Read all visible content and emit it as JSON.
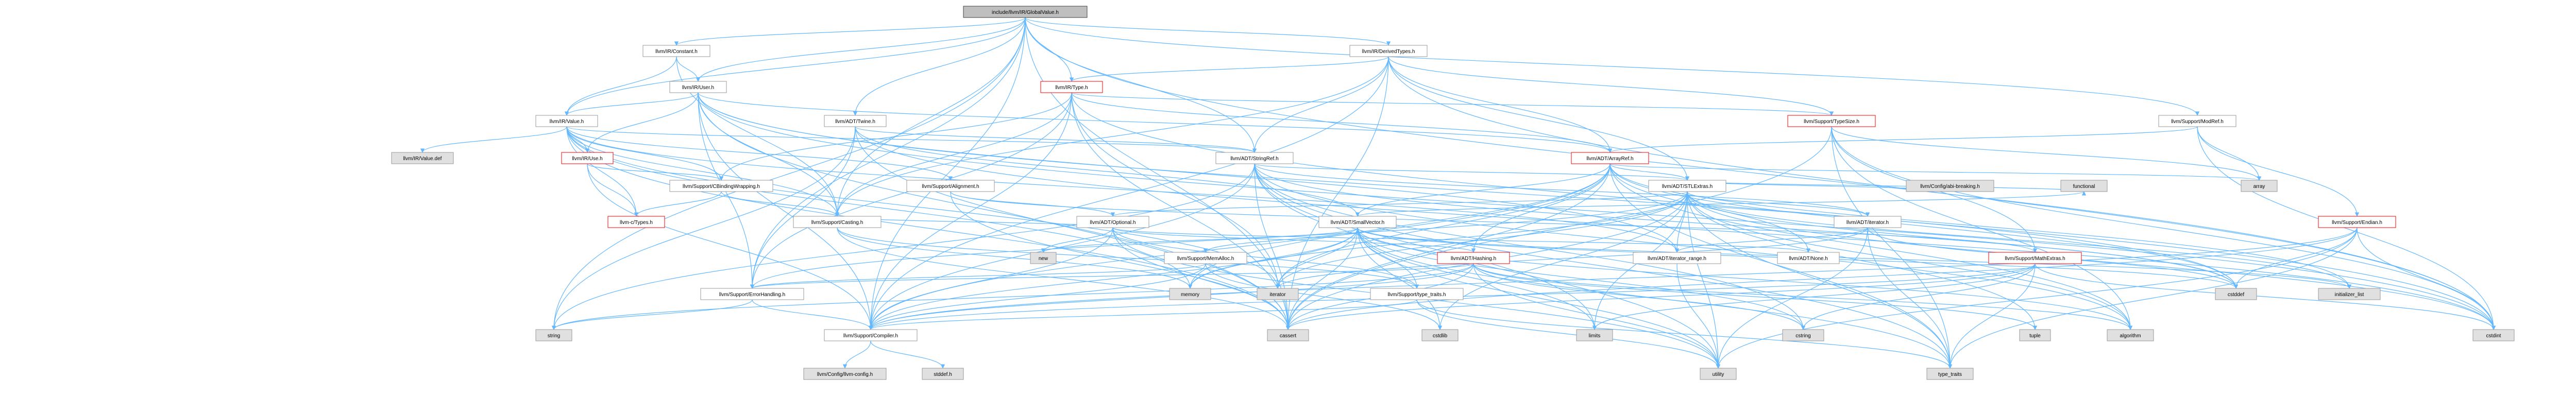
{
  "graph": {
    "kind": "include-dependency-graph",
    "colors": {
      "edge": "#63b8ff",
      "root_fill": "#bfbfbf",
      "node_border": "#999999",
      "truncated_border": "#ff0000",
      "system_fill": "#e0e0e0"
    },
    "nodes": [
      {
        "id": "root",
        "label": "include/llvm/IR/GlobalValue.h",
        "style": "root"
      },
      {
        "id": "irconst",
        "label": "llvm/IR/Constant.h",
        "style": "normal"
      },
      {
        "id": "irderived",
        "label": "llvm/IR/DerivedTypes.h",
        "style": "normal"
      },
      {
        "id": "iruser",
        "label": "llvm/IR/User.h",
        "style": "normal"
      },
      {
        "id": "irtype",
        "label": "llvm/IR/Type.h",
        "style": "trunc"
      },
      {
        "id": "irvalue",
        "label": "llvm/IR/Value.h",
        "style": "normal"
      },
      {
        "id": "adttwine",
        "label": "llvm/ADT/Twine.h",
        "style": "normal"
      },
      {
        "id": "irvaluedef",
        "label": "llvm/IR/Value.def",
        "style": "sys"
      },
      {
        "id": "iruse",
        "label": "llvm/IR/Use.h",
        "style": "trunc"
      },
      {
        "id": "adtstringref",
        "label": "llvm/ADT/StringRef.h",
        "style": "normal"
      },
      {
        "id": "cbinding",
        "label": "llvm/Support/CBindingWrapping.h",
        "style": "normal"
      },
      {
        "id": "casting",
        "label": "llvm/Support/Casting.h",
        "style": "normal"
      },
      {
        "id": "ctypes",
        "label": "llvm-c/Types.h",
        "style": "trunc"
      },
      {
        "id": "alignment",
        "label": "llvm/Support/Alignment.h",
        "style": "normal"
      },
      {
        "id": "adtoptional",
        "label": "llvm/ADT/Optional.h",
        "style": "normal"
      },
      {
        "id": "adtarrayref",
        "label": "llvm/ADT/ArrayRef.h",
        "style": "trunc"
      },
      {
        "id": "stlextras",
        "label": "llvm/ADT/STLExtras.h",
        "style": "normal"
      },
      {
        "id": "smallvector",
        "label": "llvm/ADT/SmallVector.h",
        "style": "normal"
      },
      {
        "id": "typesize",
        "label": "llvm/Support/TypeSize.h",
        "style": "trunc"
      },
      {
        "id": "adtiterator",
        "label": "llvm/ADT/iterator.h",
        "style": "normal"
      },
      {
        "id": "abibreaking",
        "label": "llvm/Config/abi-breaking.h",
        "style": "sys"
      },
      {
        "id": "functional",
        "label": "functional",
        "style": "sys"
      },
      {
        "id": "modref",
        "label": "llvm/Support/ModRef.h",
        "style": "normal"
      },
      {
        "id": "array",
        "label": "array",
        "style": "sys"
      },
      {
        "id": "endian",
        "label": "llvm/Support/Endian.h",
        "style": "trunc"
      },
      {
        "id": "hashing",
        "label": "llvm/ADT/Hashing.h",
        "style": "trunc"
      },
      {
        "id": "memalloc",
        "label": "llvm/Support/MemAlloc.h",
        "style": "normal"
      },
      {
        "id": "itrange",
        "label": "llvm/ADT/iterator_range.h",
        "style": "normal"
      },
      {
        "id": "adtnone",
        "label": "llvm/ADT/None.h",
        "style": "normal"
      },
      {
        "id": "mathextras",
        "label": "llvm/Support/MathExtras.h",
        "style": "trunc"
      },
      {
        "id": "errhandling",
        "label": "llvm/Support/ErrorHandling.h",
        "style": "normal"
      },
      {
        "id": "typetraits_s",
        "label": "llvm/Support/type_traits.h",
        "style": "normal"
      },
      {
        "id": "compiler",
        "label": "llvm/Support/Compiler.h",
        "style": "normal"
      },
      {
        "id": "llvmconfig",
        "label": "llvm/Config/llvm-config.h",
        "style": "sys"
      },
      {
        "id": "stddef",
        "label": "stddef.h",
        "style": "sys"
      },
      {
        "id": "string",
        "label": "string",
        "style": "sys"
      },
      {
        "id": "memory",
        "label": "memory",
        "style": "sys"
      },
      {
        "id": "new",
        "label": "new",
        "style": "sys"
      },
      {
        "id": "iterator",
        "label": "iterator",
        "style": "sys"
      },
      {
        "id": "cassert",
        "label": "cassert",
        "style": "sys"
      },
      {
        "id": "cstdlib",
        "label": "cstdlib",
        "style": "sys"
      },
      {
        "id": "limits",
        "label": "limits",
        "style": "sys"
      },
      {
        "id": "cstring",
        "label": "cstring",
        "style": "sys"
      },
      {
        "id": "utility",
        "label": "utility",
        "style": "sys"
      },
      {
        "id": "typetraits",
        "label": "type_traits",
        "style": "sys"
      },
      {
        "id": "tuple",
        "label": "tuple",
        "style": "sys"
      },
      {
        "id": "algorithm",
        "label": "algorithm",
        "style": "sys"
      },
      {
        "id": "cstddef",
        "label": "cstddef",
        "style": "sys"
      },
      {
        "id": "initlist",
        "label": "initializer_list",
        "style": "sys"
      },
      {
        "id": "cstdint",
        "label": "cstdint",
        "style": "sys"
      }
    ],
    "edges": [
      [
        "root",
        "irconst"
      ],
      [
        "root",
        "irderived"
      ],
      [
        "root",
        "iruser"
      ],
      [
        "root",
        "irvalue"
      ],
      [
        "root",
        "adttwine"
      ],
      [
        "root",
        "adtstringref"
      ],
      [
        "root",
        "casting"
      ],
      [
        "root",
        "errhandling"
      ],
      [
        "root",
        "modref"
      ],
      [
        "root",
        "cassert"
      ],
      [
        "root",
        "cstdint"
      ],
      [
        "root",
        "string"
      ],
      [
        "root",
        "irtype"
      ],
      [
        "root",
        "compiler"
      ],
      [
        "irconst",
        "iruser"
      ],
      [
        "irconst",
        "irvalue"
      ],
      [
        "irconst",
        "casting"
      ],
      [
        "irderived",
        "adtarrayref"
      ],
      [
        "irderived",
        "stlextras"
      ],
      [
        "irderived",
        "adtstringref"
      ],
      [
        "irderived",
        "irtype"
      ],
      [
        "irderived",
        "casting"
      ],
      [
        "irderived",
        "compiler"
      ],
      [
        "irderived",
        "typesize"
      ],
      [
        "irderived",
        "cassert"
      ],
      [
        "irderived",
        "cstdint"
      ],
      [
        "iruser",
        "adtarrayref"
      ],
      [
        "iruser",
        "itrange"
      ],
      [
        "iruser",
        "iruse"
      ],
      [
        "iruser",
        "irvalue"
      ],
      [
        "iruser",
        "casting"
      ],
      [
        "iruser",
        "compiler"
      ],
      [
        "iruser",
        "errhandling"
      ],
      [
        "iruser",
        "cassert"
      ],
      [
        "iruser",
        "cstddef"
      ],
      [
        "iruser",
        "cstdint"
      ],
      [
        "irtype",
        "adtarrayref"
      ],
      [
        "irtype",
        "cbinding"
      ],
      [
        "irtype",
        "casting"
      ],
      [
        "irtype",
        "compiler"
      ],
      [
        "irtype",
        "errhandling"
      ],
      [
        "irtype",
        "typesize"
      ],
      [
        "irtype",
        "cassert"
      ],
      [
        "irtype",
        "cstdint"
      ],
      [
        "irtype",
        "iterator"
      ],
      [
        "irvalue",
        "adtstringref"
      ],
      [
        "irvalue",
        "itrange"
      ],
      [
        "irvalue",
        "iruse"
      ],
      [
        "irvalue",
        "alignment"
      ],
      [
        "irvalue",
        "cbinding"
      ],
      [
        "irvalue",
        "casting"
      ],
      [
        "irvalue",
        "ctypes"
      ],
      [
        "irvalue",
        "irvaluedef"
      ],
      [
        "irvalue",
        "cassert"
      ],
      [
        "irvalue",
        "iterator"
      ],
      [
        "irvalue",
        "memory"
      ],
      [
        "adttwine",
        "smallvector"
      ],
      [
        "adttwine",
        "adtstringref"
      ],
      [
        "adttwine",
        "errhandling"
      ],
      [
        "adttwine",
        "cassert"
      ],
      [
        "adttwine",
        "cstdint"
      ],
      [
        "adttwine",
        "string"
      ],
      [
        "iruse",
        "cbinding"
      ],
      [
        "iruse",
        "compiler"
      ],
      [
        "iruse",
        "ctypes"
      ],
      [
        "adtstringref",
        "adtiterator"
      ],
      [
        "adtstringref",
        "stlextras"
      ],
      [
        "adtstringref",
        "compiler"
      ],
      [
        "adtstringref",
        "algorithm"
      ],
      [
        "adtstringref",
        "cassert"
      ],
      [
        "adtstringref",
        "cstddef"
      ],
      [
        "adtstringref",
        "cstring"
      ],
      [
        "adtstringref",
        "limits"
      ],
      [
        "adtstringref",
        "string"
      ],
      [
        "adtstringref",
        "typetraits"
      ],
      [
        "adtstringref",
        "utility"
      ],
      [
        "cbinding",
        "ctypes"
      ],
      [
        "cbinding",
        "casting"
      ],
      [
        "casting",
        "typetraits_s"
      ],
      [
        "casting",
        "cassert"
      ],
      [
        "casting",
        "memory"
      ],
      [
        "casting",
        "adtoptional"
      ],
      [
        "alignment",
        "mathextras"
      ],
      [
        "alignment",
        "cassert"
      ],
      [
        "alignment",
        "adtoptional"
      ],
      [
        "adtoptional",
        "hashing"
      ],
      [
        "adtoptional",
        "adtnone"
      ],
      [
        "adtoptional",
        "compiler"
      ],
      [
        "adtoptional",
        "typetraits_s"
      ],
      [
        "adtoptional",
        "cassert"
      ],
      [
        "adtoptional",
        "new"
      ],
      [
        "adtoptional",
        "utility"
      ],
      [
        "adtarrayref",
        "hashing"
      ],
      [
        "adtarrayref",
        "adtnone"
      ],
      [
        "adtarrayref",
        "smallvector"
      ],
      [
        "adtarrayref",
        "stlextras"
      ],
      [
        "adtarrayref",
        "compiler"
      ],
      [
        "adtarrayref",
        "algorithm"
      ],
      [
        "adtarrayref",
        "array"
      ],
      [
        "adtarrayref",
        "cassert"
      ],
      [
        "adtarrayref",
        "cstddef"
      ],
      [
        "adtarrayref",
        "initlist"
      ],
      [
        "adtarrayref",
        "iterator"
      ],
      [
        "adtarrayref",
        "memory"
      ],
      [
        "adtarrayref",
        "typetraits"
      ],
      [
        "adtarrayref",
        "vector"
      ],
      [
        "stlextras",
        "adtoptional"
      ],
      [
        "stlextras",
        "adtiterator"
      ],
      [
        "stlextras",
        "itrange"
      ],
      [
        "stlextras",
        "abibreaking"
      ],
      [
        "stlextras",
        "errhandling"
      ],
      [
        "stlextras",
        "algorithm"
      ],
      [
        "stlextras",
        "cassert"
      ],
      [
        "stlextras",
        "cstddef"
      ],
      [
        "stlextras",
        "cstdint"
      ],
      [
        "stlextras",
        "cstdlib"
      ],
      [
        "stlextras",
        "functional"
      ],
      [
        "stlextras",
        "initlist"
      ],
      [
        "stlextras",
        "iterator"
      ],
      [
        "stlextras",
        "limits"
      ],
      [
        "stlextras",
        "memory"
      ],
      [
        "stlextras",
        "tuple"
      ],
      [
        "stlextras",
        "typetraits"
      ],
      [
        "stlextras",
        "utility"
      ],
      [
        "smallvector",
        "compiler"
      ],
      [
        "smallvector",
        "memalloc"
      ],
      [
        "smallvector",
        "typetraits_s"
      ],
      [
        "smallvector",
        "algorithm"
      ],
      [
        "smallvector",
        "cassert"
      ],
      [
        "smallvector",
        "cstddef"
      ],
      [
        "smallvector",
        "cstdlib"
      ],
      [
        "smallvector",
        "cstring"
      ],
      [
        "smallvector",
        "functional"
      ],
      [
        "smallvector",
        "initlist"
      ],
      [
        "smallvector",
        "iterator"
      ],
      [
        "smallvector",
        "limits"
      ],
      [
        "smallvector",
        "memory"
      ],
      [
        "smallvector",
        "new"
      ],
      [
        "smallvector",
        "typetraits"
      ],
      [
        "smallvector",
        "utility"
      ],
      [
        "typesize",
        "mathextras"
      ],
      [
        "typesize",
        "algorithm"
      ],
      [
        "typesize",
        "array"
      ],
      [
        "typesize",
        "cassert"
      ],
      [
        "typesize",
        "cstdint"
      ],
      [
        "typesize",
        "typetraits"
      ],
      [
        "adtiterator",
        "itrange"
      ],
      [
        "adtiterator",
        "cstddef"
      ],
      [
        "adtiterator",
        "iterator"
      ],
      [
        "adtiterator",
        "typetraits"
      ],
      [
        "adtiterator",
        "utility"
      ],
      [
        "modref",
        "adtarrayref"
      ],
      [
        "modref",
        "array"
      ],
      [
        "modref",
        "endian"
      ],
      [
        "modref",
        "cstdint"
      ],
      [
        "endian",
        "compiler"
      ],
      [
        "endian",
        "cassert"
      ],
      [
        "endian",
        "cstddef"
      ],
      [
        "endian",
        "cstdint"
      ],
      [
        "endian",
        "typetraits"
      ],
      [
        "endian",
        "utility"
      ],
      [
        "hashing",
        "errhandling"
      ],
      [
        "hashing",
        "compiler"
      ],
      [
        "hashing",
        "algorithm"
      ],
      [
        "hashing",
        "cassert"
      ],
      [
        "hashing",
        "cstring"
      ],
      [
        "hashing",
        "string"
      ],
      [
        "hashing",
        "tuple"
      ],
      [
        "hashing",
        "utility"
      ],
      [
        "memalloc",
        "compiler"
      ],
      [
        "memalloc",
        "errhandling"
      ],
      [
        "memalloc",
        "cstdlib"
      ],
      [
        "itrange",
        "utility"
      ],
      [
        "mathextras",
        "compiler"
      ],
      [
        "mathextras",
        "cassert"
      ],
      [
        "mathextras",
        "climits"
      ],
      [
        "mathextras",
        "cstdint"
      ],
      [
        "mathextras",
        "cstring"
      ],
      [
        "mathextras",
        "limits"
      ],
      [
        "mathextras",
        "typetraits"
      ],
      [
        "errhandling",
        "compiler"
      ],
      [
        "errhandling",
        "string"
      ],
      [
        "typetraits_s",
        "compiler"
      ],
      [
        "typetraits_s",
        "typetraits"
      ],
      [
        "typetraits_s",
        "utility"
      ],
      [
        "compiler",
        "llvmconfig"
      ],
      [
        "compiler",
        "stddef"
      ]
    ]
  }
}
